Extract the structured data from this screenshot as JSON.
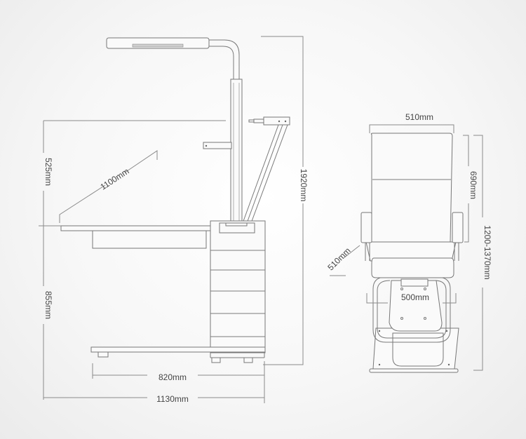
{
  "unit_dimensions": {
    "total_height": "1920mm",
    "upper_height": "525mm",
    "lower_height": "855mm",
    "arm_reach": "1100mm",
    "base_width": "820mm",
    "total_width": "1130mm"
  },
  "chair_dimensions": {
    "back_width": "510mm",
    "back_height": "690mm",
    "total_height": "1200-1370mm",
    "seat_depth": "510mm",
    "base_width": "500mm"
  },
  "colors": {
    "line": "#7a7a7a",
    "text": "#444444"
  }
}
